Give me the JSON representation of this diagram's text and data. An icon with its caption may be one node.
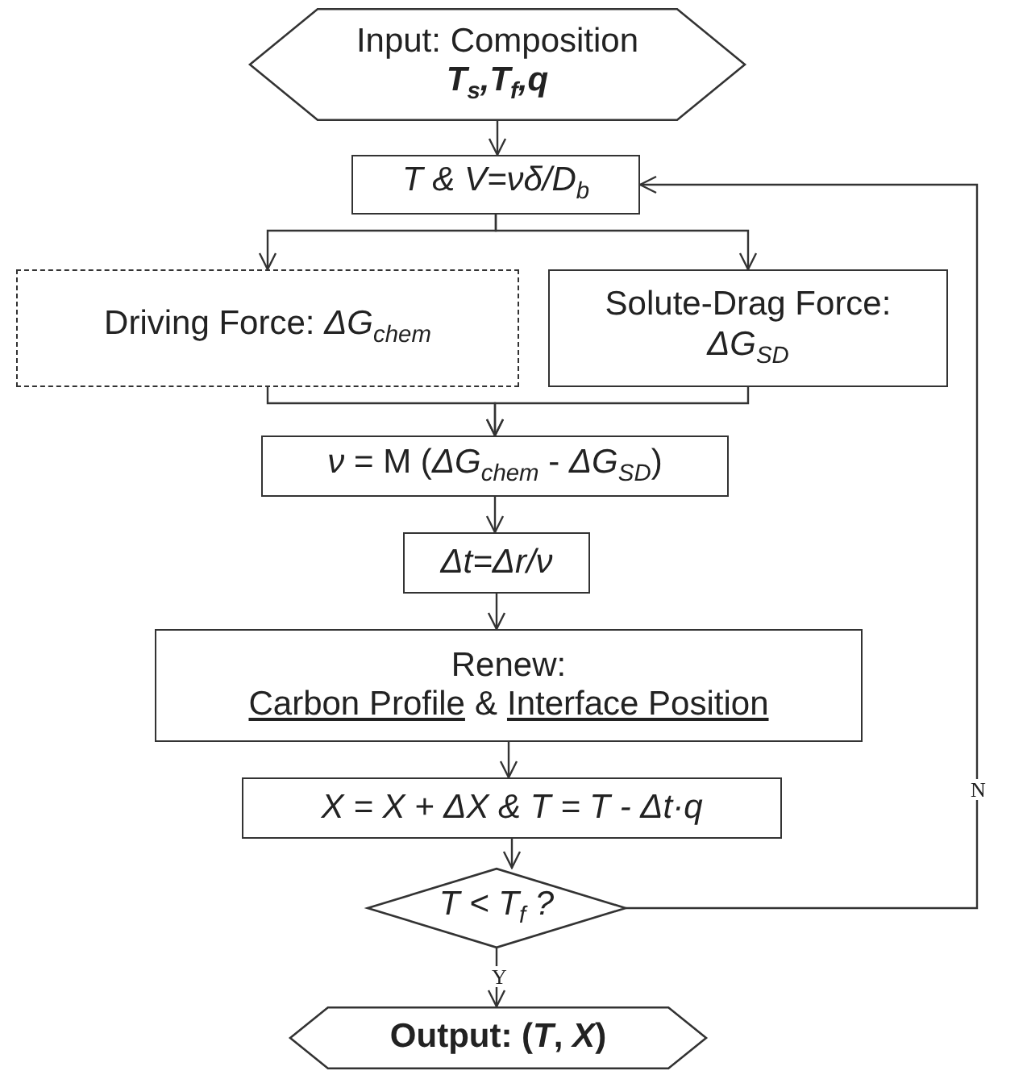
{
  "diagram": {
    "nodes": [
      {
        "text": [
          "Input: Composition",
          "T$_{s}$,T$_{f}$,q"
        ]
      },
      {
        "text": [
          "T & V=νδ/D$_{b}$"
        ]
      },
      {
        "text": [
          "Driving Force: *ΔG*$_{chem}$"
        ]
      },
      {
        "text": [
          "Solute-Drag Force: *ΔG*$_{SD}$"
        ]
      },
      {
        "text": [
          "*ν* = M (*ΔG*$_{chem}$ - *ΔG*$_{SD}$)"
        ]
      },
      {
        "text": [
          "Δt=Δr/ν"
        ]
      },
      {
        "text": [
          "Renew:",
          "Carbon Profile",
          "&",
          "Interface Position"
        ]
      },
      {
        "text": [
          "X = X + ΔX & T = T - Δt·q"
        ]
      },
      {
        "text": [
          "T < T$_{f}$ ?"
        ]
      },
      {
        "text": [
          "Output: (*T*, *X*)"
        ]
      }
    ],
    "edges": [
      {
        "from": 0,
        "to": 1,
        "arrow": "to"
      },
      {
        "from": 1,
        "to": 2,
        "arrow": "to"
      },
      {
        "from": 1,
        "to": 3,
        "arrow": "to"
      },
      {
        "from": 2,
        "to": 4,
        "arrow": "to"
      },
      {
        "from": 3,
        "to": 4,
        "arrow": "to"
      },
      {
        "from": 4,
        "to": 5,
        "arrow": "to"
      },
      {
        "from": 5,
        "to": 6,
        "arrow": "to"
      },
      {
        "from": 6,
        "to": 7,
        "arrow": "to"
      },
      {
        "from": 7,
        "to": 8,
        "arrow": "to"
      },
      {
        "from": 8,
        "to": 9,
        "label": "Y",
        "arrow": "to"
      },
      {
        "from": 8,
        "to": 1,
        "label": "N",
        "arrow": "to"
      }
    ]
  }
}
